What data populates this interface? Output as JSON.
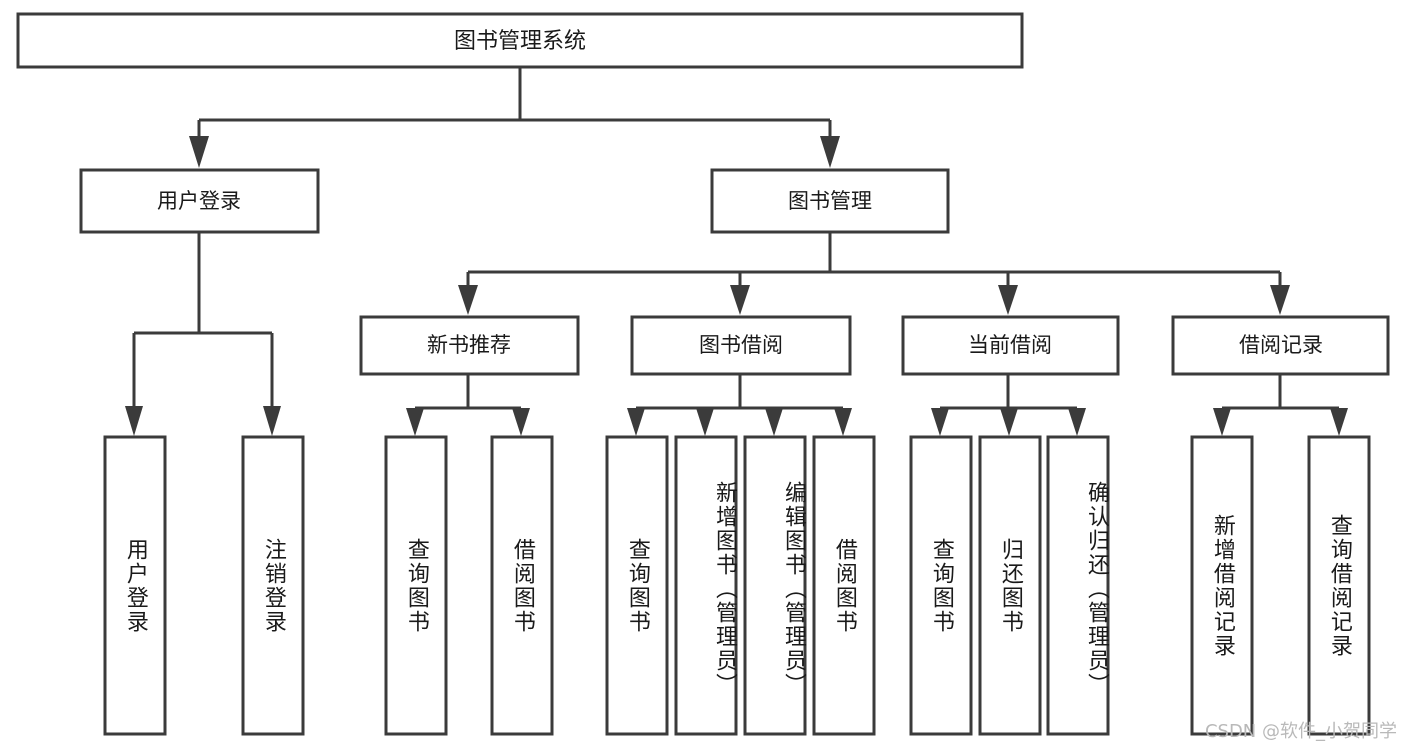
{
  "diagram": {
    "title": "图书管理系统",
    "type": "hierarchy-tree",
    "root": {
      "id": "root",
      "label": "图书管理系统"
    },
    "level2": [
      {
        "id": "user-login",
        "label": "用户登录"
      },
      {
        "id": "book-manage",
        "label": "图书管理"
      }
    ],
    "level3": [
      {
        "id": "new-book-recommend",
        "label": "新书推荐",
        "parent": "book-manage"
      },
      {
        "id": "book-borrow",
        "label": "图书借阅",
        "parent": "book-manage"
      },
      {
        "id": "current-borrow",
        "label": "当前借阅",
        "parent": "book-manage"
      },
      {
        "id": "borrow-record",
        "label": "借阅记录",
        "parent": "book-manage"
      }
    ],
    "leaves": [
      {
        "id": "leaf-user-login",
        "label": "用户登录",
        "parent": "user-login"
      },
      {
        "id": "leaf-logout-login",
        "label": "注销登录",
        "parent": "user-login"
      },
      {
        "id": "leaf-query-book-1",
        "label": "查询图书",
        "parent": "new-book-recommend"
      },
      {
        "id": "leaf-borrow-book-1",
        "label": "借阅图书",
        "parent": "new-book-recommend"
      },
      {
        "id": "leaf-query-book-2",
        "label": "查询图书",
        "parent": "book-borrow"
      },
      {
        "id": "leaf-add-book",
        "label": "新增图书（管理员）",
        "parent": "book-borrow"
      },
      {
        "id": "leaf-edit-book",
        "label": "编辑图书（管理员）",
        "parent": "book-borrow"
      },
      {
        "id": "leaf-borrow-book-2",
        "label": "借阅图书",
        "parent": "book-borrow"
      },
      {
        "id": "leaf-query-book-3",
        "label": "查询图书",
        "parent": "current-borrow"
      },
      {
        "id": "leaf-return-book",
        "label": "归还图书",
        "parent": "current-borrow"
      },
      {
        "id": "leaf-confirm-return",
        "label": "确认归还（管理员）",
        "parent": "current-borrow"
      },
      {
        "id": "leaf-add-record",
        "label": "新增借阅记录",
        "parent": "borrow-record"
      },
      {
        "id": "leaf-query-record",
        "label": "查询借阅记录",
        "parent": "borrow-record"
      }
    ],
    "watermark": "CSDN @软件_小贺同学",
    "colors": {
      "stroke": "#3b3b3b",
      "fill": "#ffffff",
      "text": "#1a1a1a",
      "watermark": "#b9b9b9"
    }
  }
}
